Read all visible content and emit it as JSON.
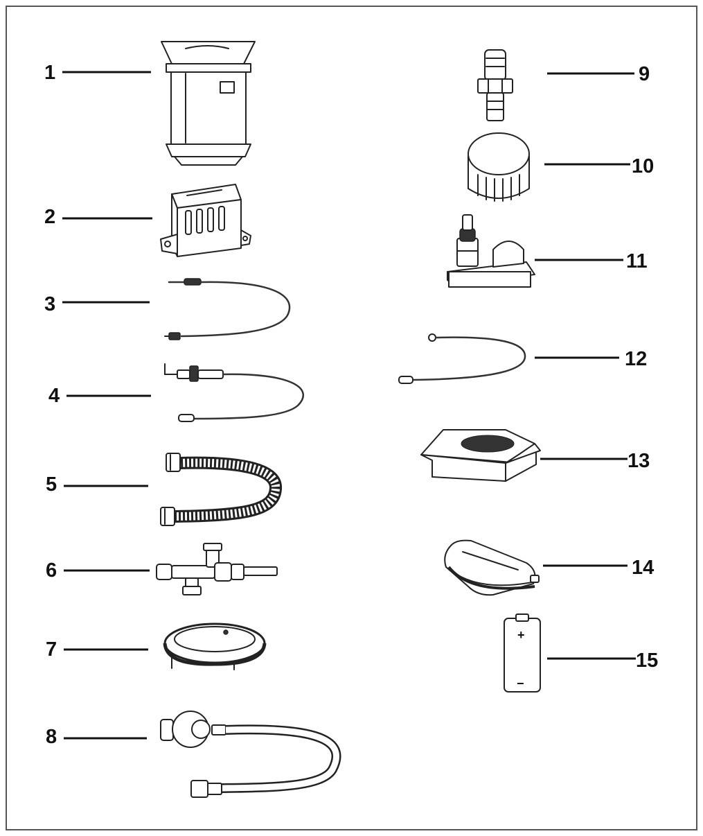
{
  "diagram": {
    "labels": [
      "1",
      "2",
      "3",
      "4",
      "5",
      "6",
      "7",
      "8",
      "9",
      "10",
      "11",
      "12",
      "13",
      "14",
      "15"
    ],
    "battery_signs": {
      "plus": "+",
      "minus": "−"
    }
  },
  "icons": [
    "fire-pit-base-icon",
    "burner-bracket-icon",
    "thermocouple-wire-icon",
    "electrode-wire-icon",
    "flexible-hose-icon",
    "gas-valve-icon",
    "burner-ring-icon",
    "regulator-hose-icon",
    "fitting-connector-icon",
    "control-knob-icon",
    "igniter-module-icon",
    "ignition-wire-icon",
    "lava-rock-box-icon",
    "cover-icon",
    "battery-icon"
  ],
  "colors": {
    "ink": "#111111",
    "frame": "#555555"
  }
}
